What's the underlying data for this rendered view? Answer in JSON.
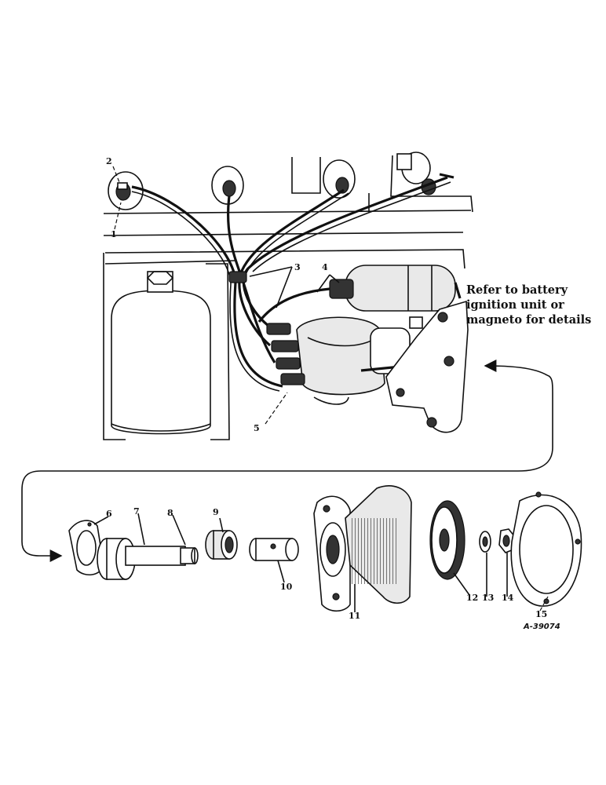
{
  "callouts": {
    "c1": "1",
    "c2": "2",
    "c3": "3",
    "c4": "4",
    "c5": "5",
    "c6": "6",
    "c7": "7",
    "c8": "8",
    "c9": "9",
    "c10": "10",
    "c11": "11",
    "c12": "12",
    "c13": "13",
    "c14": "14",
    "c15": "15"
  },
  "note": {
    "line1": "Refer to battery",
    "line2": "ignition unit or",
    "line3": "magneto for details"
  },
  "figure_id": "A-39074"
}
